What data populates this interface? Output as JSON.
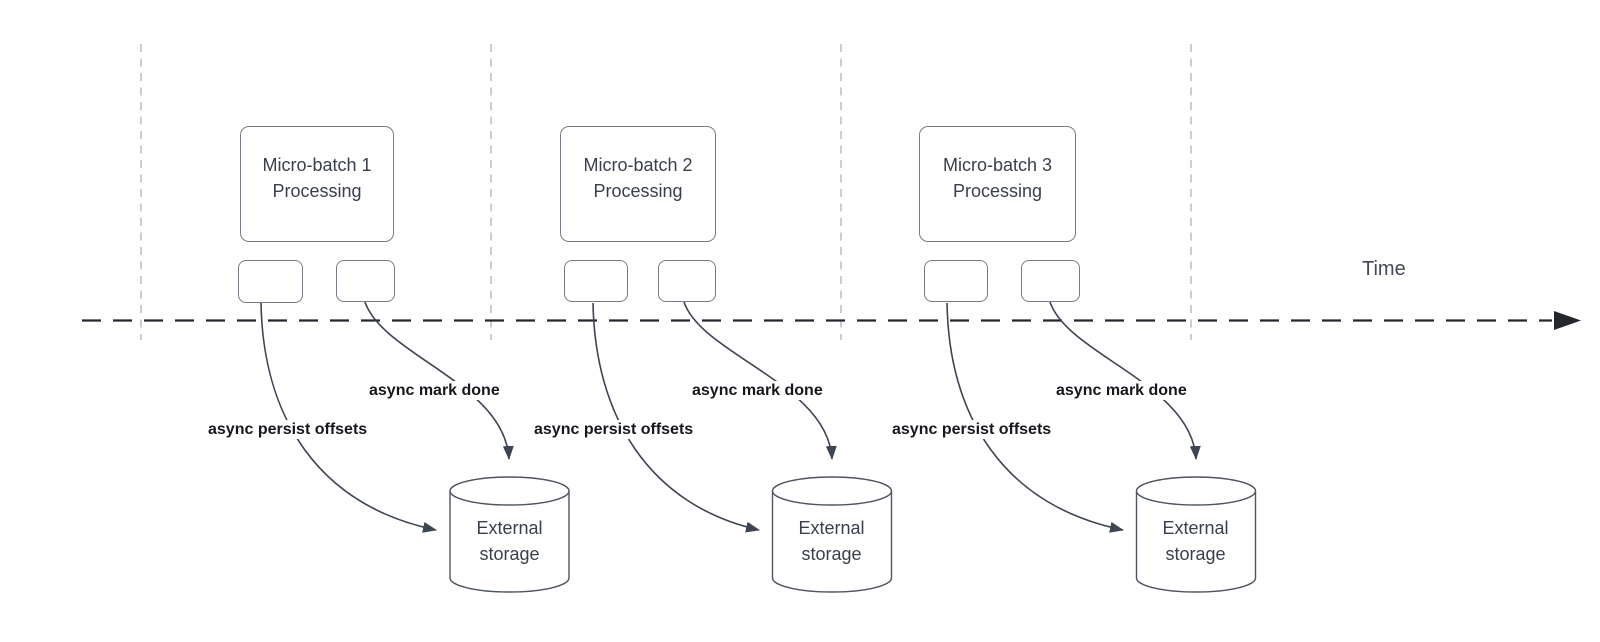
{
  "diagram": {
    "time_axis": {
      "label": "Time"
    },
    "groups": [
      {
        "processing_box": {
          "line1": "Micro-batch 1",
          "line2": "Processing"
        },
        "persist_arrow_label": "async persist offsets",
        "mark_done_arrow_label": "async mark done",
        "storage": {
          "line1": "External",
          "line2": "storage"
        }
      },
      {
        "processing_box": {
          "line1": "Micro-batch 2",
          "line2": "Processing"
        },
        "persist_arrow_label": "async persist offsets",
        "mark_done_arrow_label": "async mark done",
        "storage": {
          "line1": "External",
          "line2": "storage"
        }
      },
      {
        "processing_box": {
          "line1": "Micro-batch 3",
          "line2": "Processing"
        },
        "persist_arrow_label": "async persist offsets",
        "mark_done_arrow_label": "async mark done",
        "storage": {
          "line1": "External",
          "line2": "storage"
        }
      }
    ],
    "colors": {
      "background": "#ffffff",
      "curve_color": "#3d4452",
      "timeline_color": "#23272e",
      "guide_color": "#b5b9bd",
      "box_border": "#767c85",
      "cylinder_border": "#4e5560",
      "box_text": "#39404c",
      "label_text": "#16181d",
      "time_text": "#434a56"
    }
  }
}
